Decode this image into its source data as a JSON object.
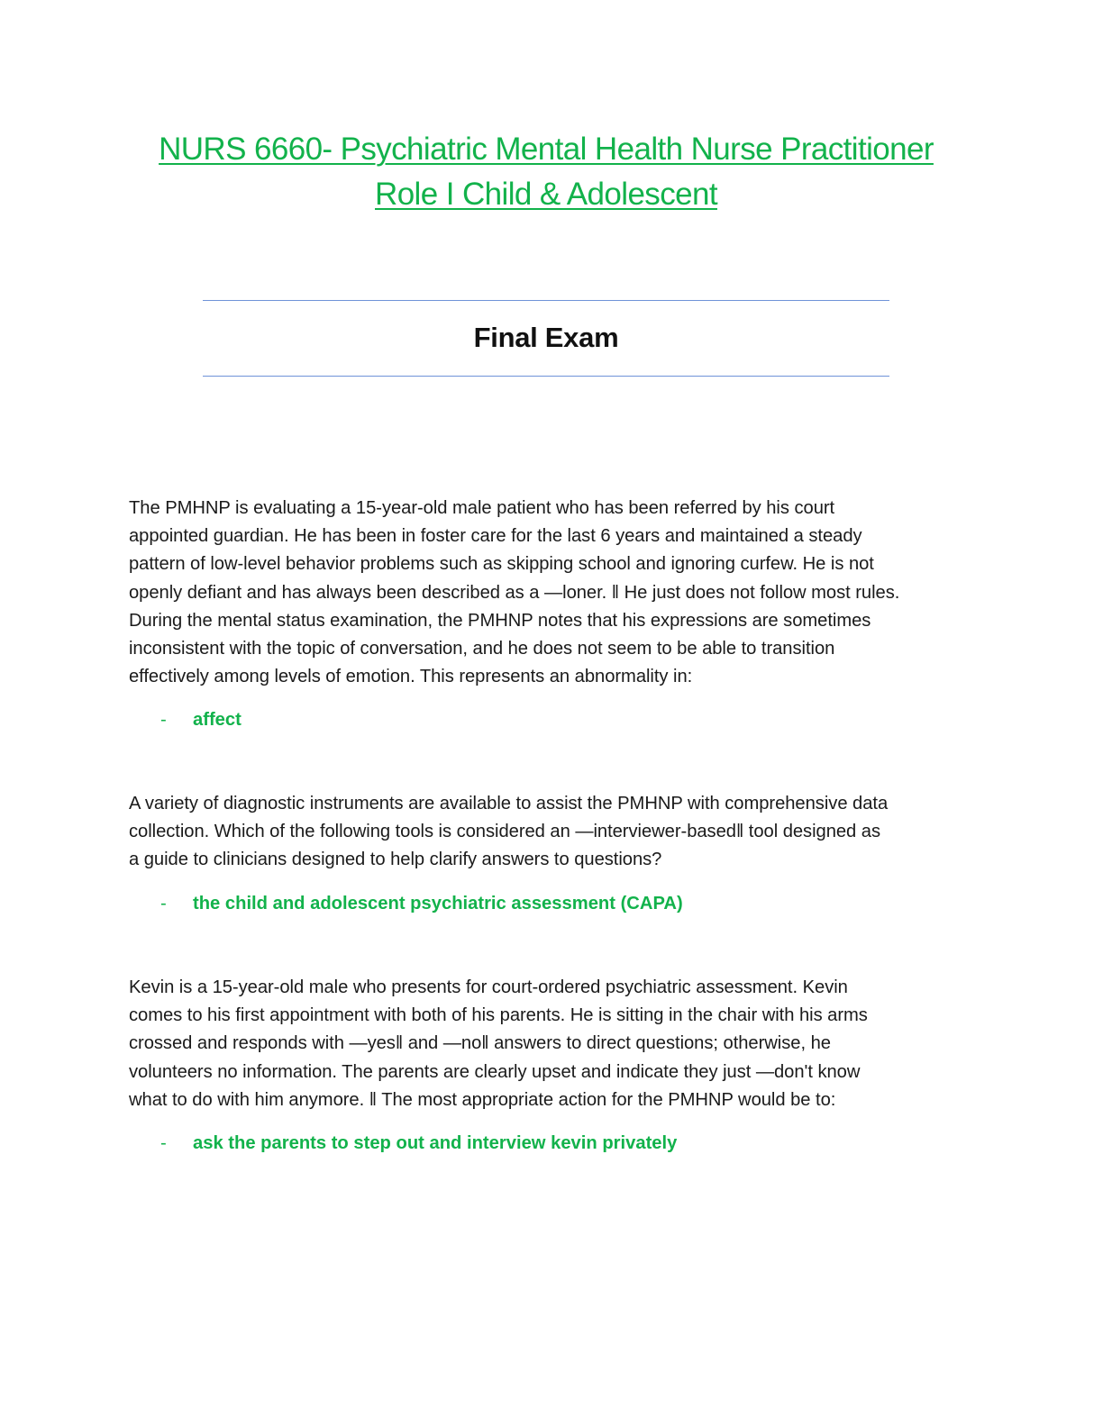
{
  "header": {
    "title_line1": "NURS 6660- Psychiatric Mental Health Nurse Practitioner",
    "title_line2": "Role I Child & Adolescent",
    "subtitle": "Final Exam",
    "accent_color": "#12b24b",
    "rule_color": "#6f93d8"
  },
  "questions": [
    {
      "lines": [
        "The PMHNP is evaluating a 15-year-old male patient who has been referred by his court",
        "appointed guardian. He has been in foster care for the last 6 years and maintained a steady",
        "pattern of low-level behavior problems such as skipping school and ignoring curfew. He is not",
        "openly defiant and has always been described as a ―loner. ‖ He just does not follow most rules.",
        "During the mental status examination, the PMHNP notes that his expressions are sometimes",
        "inconsistent with the topic of conversation, and he does not seem to be able to transition",
        "effectively among levels of emotion. This represents an abnormality in:"
      ],
      "answer_marker": "-",
      "answer": "affect"
    },
    {
      "lines": [
        "A variety of diagnostic instruments are available to assist the PMHNP with comprehensive data",
        "collection. Which of the following tools is considered an ―interviewer-based‖ tool designed as",
        "a guide to clinicians designed to help clarify answers to questions?"
      ],
      "answer_marker": "-",
      "answer": "the child and adolescent psychiatric assessment (CAPA)"
    },
    {
      "lines": [
        "Kevin is a 15-year-old male who presents for court-ordered psychiatric assessment. Kevin",
        "comes to his first appointment with both of his parents. He is sitting in the chair with his arms",
        "crossed and responds with ―yes‖ and ―no‖ answers to direct questions; otherwise, he",
        "volunteers no information. The parents are clearly upset and indicate they just ―don't know",
        "what to do with him anymore. ‖ The most appropriate action for the PMHNP would be to:"
      ],
      "answer_marker": "-",
      "answer": "ask the parents to step out and interview kevin privately"
    }
  ]
}
